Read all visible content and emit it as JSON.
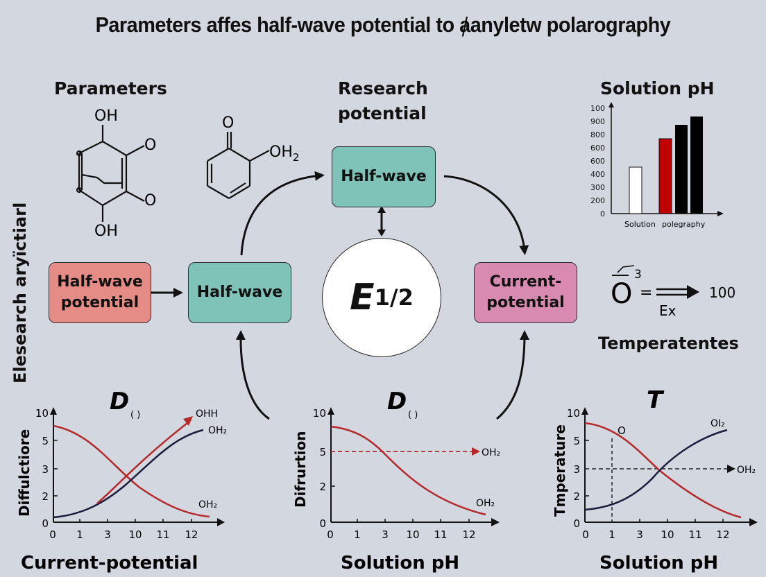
{
  "title": "Parameters affes half-wave potential to ⱥanyletw polarography",
  "side_label": "Elesearch aryïctiarl",
  "sections": {
    "parameters_heading": "Parameters",
    "research_heading_line1": "Research",
    "research_heading_line2": "potential",
    "solution_ph_heading": "Solution pH",
    "temperature_heading": "Temperatentes"
  },
  "molecules": {
    "left": {
      "top_label": "OH",
      "bottom_label": "OH",
      "right_top": "O",
      "right_bottom": "O"
    },
    "right": {
      "top_label": "O",
      "side_label": "OH",
      "side_sub": "2"
    }
  },
  "flow": {
    "box_left": {
      "line1": "Half-wave",
      "line2": "potential",
      "color": "#e58c86"
    },
    "box_mid": {
      "label": "Half-wave",
      "color": "#7fc2b8"
    },
    "box_top": {
      "label": "Half-wave",
      "color": "#7fc2b8"
    },
    "box_right": {
      "line1": "Current-",
      "line2": "potential",
      "color": "#d98ab0"
    },
    "circle": {
      "symbol": "E",
      "subscript": "1/2"
    }
  },
  "equation": {
    "symbol": "O",
    "superscript": "3",
    "equals": "=",
    "value": "100",
    "below": "Ex"
  },
  "colors": {
    "background": "#d3d7df",
    "red_curve": "#b5282a",
    "navy_curve": "#1a1a3a",
    "bar_red": "#c00000",
    "bar_black": "#000000",
    "bar_white": "#ffffff"
  },
  "chart_data": [
    {
      "type": "bar",
      "title": "Solution pH",
      "y_ticks": [
        "0",
        "200",
        "300",
        "400",
        "600",
        "600",
        "800",
        "900",
        "100"
      ],
      "categories_labels": [
        "Solution",
        "polegraphy"
      ],
      "bars": [
        {
          "color": "#ffffff",
          "value": 450
        },
        {
          "color": "#c00000",
          "value": 720
        },
        {
          "color": "#000000",
          "value": 850
        },
        {
          "color": "#000000",
          "value": 920
        }
      ]
    },
    {
      "type": "line",
      "title": "D",
      "title_sub": "( )",
      "xlabel": "Current-potential",
      "ylabel": "Diffulctiore",
      "x_ticks": [
        "0",
        "1",
        "3",
        "10",
        "11",
        "12"
      ],
      "y_ticks": [
        "0",
        "2",
        "3",
        "5",
        "10"
      ],
      "series": [
        {
          "name": "OH2",
          "color": "#b5282a",
          "shape": "decreasing",
          "values": [
            8.2,
            7.6,
            6.2,
            4.2,
            2.5,
            1.4,
            0.8
          ]
        },
        {
          "name": "OH2",
          "color": "#1a1a3a",
          "shape": "increasing",
          "values": [
            0.8,
            1.2,
            2.2,
            3.8,
            5.4,
            6.6,
            7.3
          ]
        },
        {
          "name": "OHH",
          "color": "#b5282a",
          "shape": "arrow-increasing",
          "values": [
            1.6,
            2.4,
            3.8,
            5.6,
            7.4
          ]
        }
      ],
      "labels": [
        "OHH",
        "OH₂",
        "OH₂"
      ]
    },
    {
      "type": "line",
      "title": "D",
      "title_sub": "( )",
      "xlabel": "Solution pH",
      "ylabel": "Difrurtion",
      "x_ticks": [
        "0",
        "1",
        "3",
        "10",
        "11",
        "12"
      ],
      "y_ticks": [
        "0",
        "2",
        "5",
        "10"
      ],
      "series": [
        {
          "name": "OH2",
          "color": "#b5282a",
          "shape": "decreasing",
          "values": [
            8.4,
            7.6,
            5.5,
            3.5,
            2.0,
            1.0,
            0.4
          ]
        }
      ],
      "reference_line": {
        "y": 5,
        "style": "dashed",
        "color": "#b5282a",
        "label": "OH₂"
      },
      "labels": [
        "OH₂",
        "OH₂"
      ]
    },
    {
      "type": "line",
      "title": "T",
      "xlabel": "Solution pH",
      "ylabel": "Tmperature",
      "x_ticks": [
        "0",
        "1",
        "3",
        "10",
        "11",
        "12"
      ],
      "y_ticks": [
        "0",
        "2",
        "3",
        "5",
        "10"
      ],
      "series": [
        {
          "name": "O",
          "color": "#b5282a",
          "shape": "decreasing",
          "values": [
            8.0,
            7.4,
            5.6,
            3.3,
            1.8,
            0.9,
            0.4
          ]
        },
        {
          "name": "OI2",
          "color": "#1a1a3a",
          "shape": "increasing",
          "values": [
            1.0,
            1.6,
            2.6,
            3.8,
            5.2,
            6.3,
            7.1
          ]
        }
      ],
      "reference_lines": [
        {
          "x": 1,
          "style": "dashed",
          "color": "#222"
        },
        {
          "y": 3,
          "style": "dashed",
          "color": "#222",
          "label": "OH₂"
        }
      ],
      "labels": [
        "O",
        "OI₂",
        "OH₂"
      ]
    }
  ]
}
